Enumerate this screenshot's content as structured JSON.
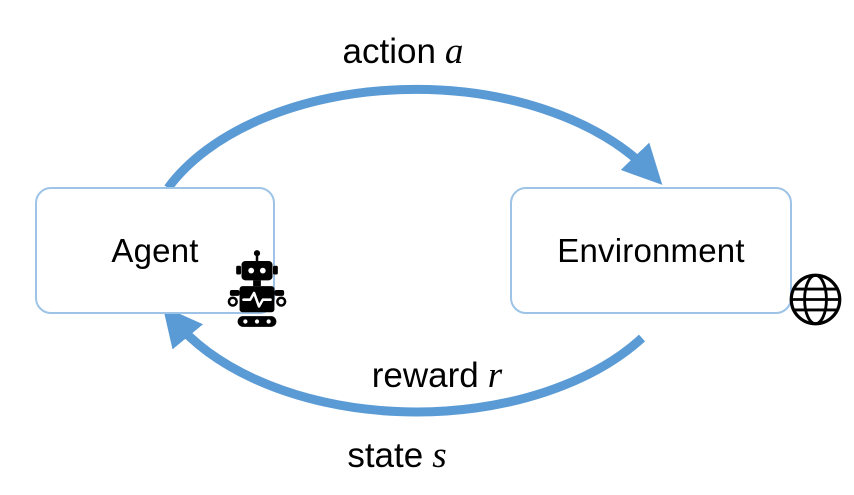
{
  "diagram": {
    "type": "cycle-diagram",
    "topic": "agent-environment interaction loop",
    "nodes": {
      "agent": {
        "label": "Agent",
        "icon": "robot-icon"
      },
      "environment": {
        "label": "Environment",
        "icon": "globe-icon"
      }
    },
    "edges": {
      "action": {
        "label": "action",
        "var": "a",
        "from": "Agent",
        "to": "Environment",
        "position": "top"
      },
      "reward": {
        "label": "reward",
        "var": "r",
        "from": "Environment",
        "to": "Agent",
        "position": "bottom"
      },
      "state": {
        "label": "state",
        "var": "s",
        "from": "Environment",
        "to": "Agent",
        "position": "bottom"
      }
    },
    "colors": {
      "arrow": "#5B9BD5",
      "box_border": "#9DC3E6",
      "text": "#000000",
      "icon": "#000000",
      "background": "#FFFFFF"
    }
  }
}
